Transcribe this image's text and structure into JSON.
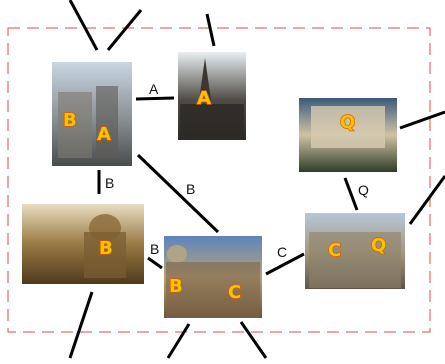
{
  "graph": {
    "border_color": "#e04848",
    "edge_color": "#000000",
    "tag_fill": "#f5c400",
    "tag_stroke": "#e05a00",
    "nodes": [
      {
        "id": "n1",
        "tags": [
          "B",
          "A"
        ],
        "colors": [
          "#c9d6e2",
          "#8a8f92",
          "#4a4d4e"
        ]
      },
      {
        "id": "n2",
        "tags": [
          "A"
        ],
        "colors": [
          "#e9eef2",
          "#4f4b45",
          "#2e2b28"
        ]
      },
      {
        "id": "n3",
        "tags": [
          "Q"
        ],
        "colors": [
          "#3c5a7a",
          "#cfc3a4",
          "#303d2a"
        ]
      },
      {
        "id": "n4",
        "tags": [
          "B"
        ],
        "colors": [
          "#e8dcc0",
          "#9a7a45",
          "#4e3a1c"
        ]
      },
      {
        "id": "n5",
        "tags": [
          "B",
          "C"
        ],
        "colors": [
          "#5d84bd",
          "#b6a27d",
          "#6a5438"
        ]
      },
      {
        "id": "n6",
        "tags": [
          "C",
          "Q"
        ],
        "colors": [
          "#b7c7d8",
          "#a69a82",
          "#5d5648"
        ]
      }
    ],
    "edge_labels": [
      "A",
      "B",
      "B",
      "B",
      "C",
      "Q"
    ]
  }
}
